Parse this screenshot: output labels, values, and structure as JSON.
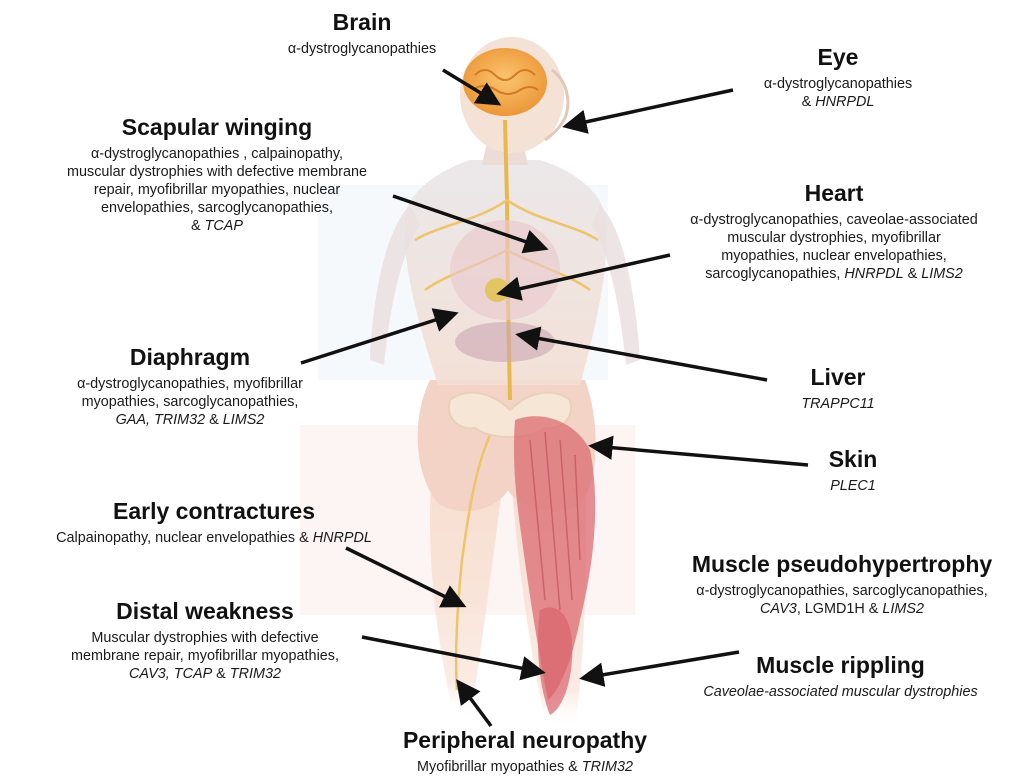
{
  "labels": {
    "brain": {
      "title": "Brain",
      "lines": [
        [
          {
            "t": "α-dystroglycanopathies"
          }
        ]
      ]
    },
    "eye": {
      "title": "Eye",
      "lines": [
        [
          {
            "t": "α-dystroglycanopathies"
          }
        ],
        [
          {
            "t": "& "
          },
          {
            "t": "HNRPDL",
            "i": true
          }
        ]
      ]
    },
    "scapular": {
      "title": "Scapular winging",
      "lines": [
        [
          {
            "t": "α-dystroglycanopathies , calpainopathy,"
          }
        ],
        [
          {
            "t": "muscular dystrophies with defective membrane"
          }
        ],
        [
          {
            "t": "repair, myofibrillar myopathies,  nuclear"
          }
        ],
        [
          {
            "t": "envelopathies, sarcoglycanopathies,"
          }
        ],
        [
          {
            "t": "& "
          },
          {
            "t": "TCAP",
            "i": true
          }
        ]
      ]
    },
    "heart": {
      "title": "Heart",
      "lines": [
        [
          {
            "t": "α-dystroglycanopathies, caveolae-associated"
          }
        ],
        [
          {
            "t": "muscular dystrophies, myofibrillar"
          }
        ],
        [
          {
            "t": "myopathies, nuclear envelopathies,"
          }
        ],
        [
          {
            "t": "sarcoglycanopathies, "
          },
          {
            "t": "HNRPDL",
            "i": true
          },
          {
            "t": " & "
          },
          {
            "t": "LIMS2",
            "i": true
          }
        ]
      ]
    },
    "diaphragm": {
      "title": "Diaphragm",
      "lines": [
        [
          {
            "t": "α-dystroglycanopathies, myofibrillar"
          }
        ],
        [
          {
            "t": "myopathies, sarcoglycanopathies,"
          }
        ],
        [
          {
            "t": "GAA, TRIM32",
            "i": true
          },
          {
            "t": " & "
          },
          {
            "t": "LIMS2",
            "i": true
          }
        ]
      ]
    },
    "liver": {
      "title": "Liver",
      "lines": [
        [
          {
            "t": "TRAPPC11",
            "i": true
          }
        ]
      ]
    },
    "skin": {
      "title": "Skin",
      "lines": [
        [
          {
            "t": "PLEC1",
            "i": true
          }
        ]
      ]
    },
    "early": {
      "title": "Early contractures",
      "lines": [
        [
          {
            "t": "Calpainopathy, nuclear envelopathies & "
          },
          {
            "t": "HNRPDL",
            "i": true
          }
        ]
      ]
    },
    "distal": {
      "title": "Distal weakness",
      "lines": [
        [
          {
            "t": "Muscular dystrophies with defective"
          }
        ],
        [
          {
            "t": "membrane repair, myofibrillar myopathies,"
          }
        ],
        [
          {
            "t": "CAV3, TCAP",
            "i": true
          },
          {
            "t": " & "
          },
          {
            "t": "TRIM32",
            "i": true
          }
        ]
      ]
    },
    "pseudo": {
      "title": "Muscle pseudohypertrophy",
      "lines": [
        [
          {
            "t": "α-dystroglycanopathies, sarcoglycanopathies,"
          }
        ],
        [
          {
            "t": "CAV3",
            "i": true
          },
          {
            "t": ", LGMD1H & "
          },
          {
            "t": "LIMS2",
            "i": true
          }
        ]
      ]
    },
    "rippling": {
      "title": "Muscle rippling",
      "lines": [
        [
          {
            "t": "Caveolae-associated muscular dystrophies",
            "i": true
          }
        ]
      ]
    },
    "neuropathy": {
      "title": "Peripheral neuropathy",
      "lines": [
        [
          {
            "t": "Myofibrillar myopathies & "
          },
          {
            "t": "TRIM32",
            "i": true
          }
        ]
      ]
    }
  },
  "colors": {
    "arrow": "#111111",
    "skin": "#f6dccd",
    "muscle": "#d8636a",
    "nerve": "#e8b84a",
    "brain": "#f2a545"
  },
  "illustration": "female-body-posterior-view"
}
